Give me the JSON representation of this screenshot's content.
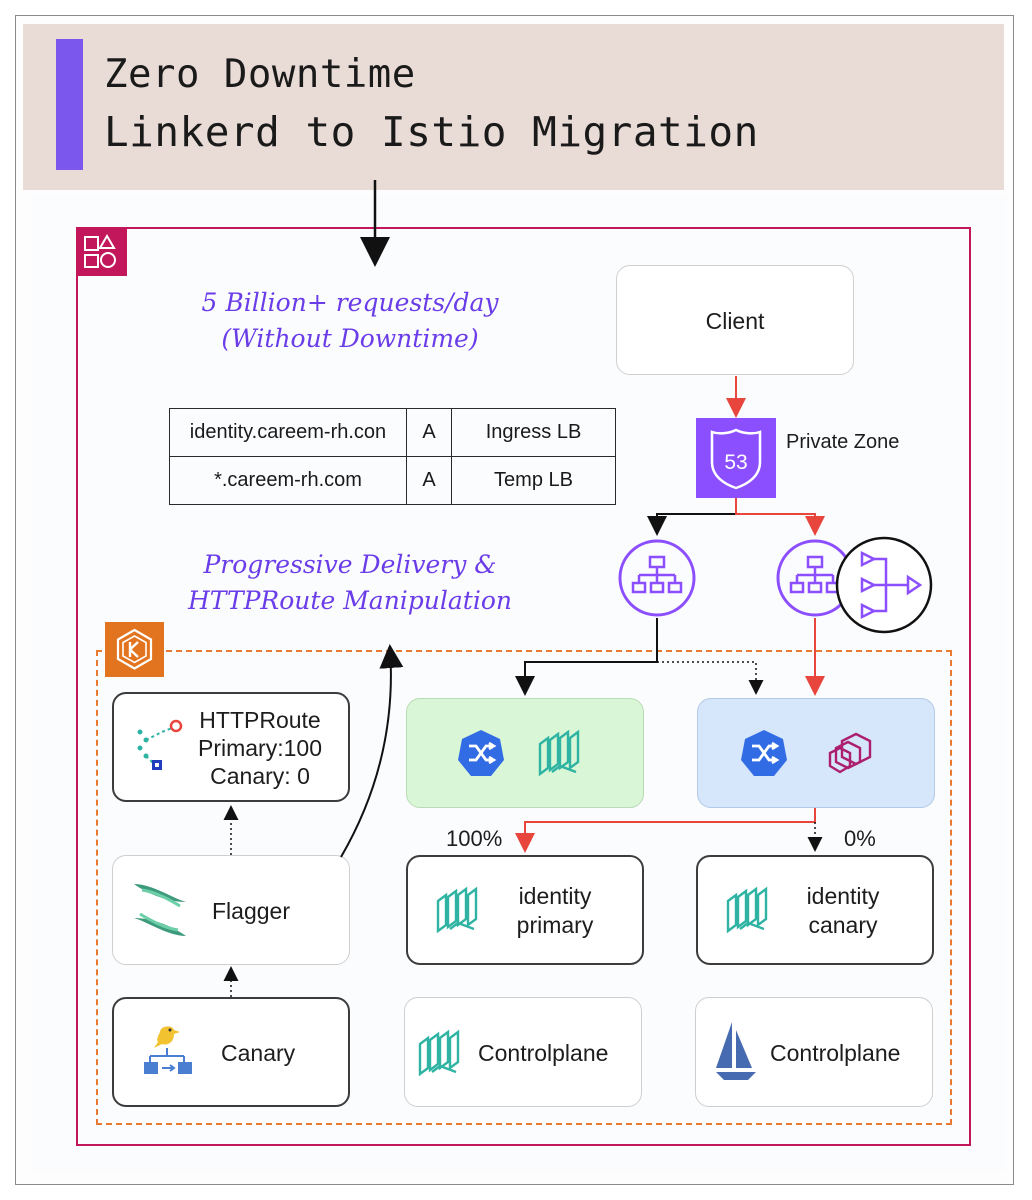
{
  "title": {
    "line1": "Zero Downtime",
    "line2": "Linkerd to Istio Migration"
  },
  "annotations": {
    "requests_line1": "5 Billion+ requests/day",
    "requests_line2": "(Without Downtime)",
    "progressive_line1": "Progressive Delivery &",
    "progressive_line2": "HTTPRoute Manipulation"
  },
  "dns_table": {
    "rows": [
      [
        "identity.careem-rh.con",
        "A",
        "Ingress LB"
      ],
      [
        "*.careem-rh.com",
        "A",
        "Temp LB"
      ]
    ]
  },
  "nodes": {
    "client": "Client",
    "private_zone": "Private Zone",
    "route53_label": "53",
    "httproute_title": "HTTPRoute",
    "httproute_primary": "Primary:100",
    "httproute_canary": "Canary: 0",
    "flagger": "Flagger",
    "canary": "Canary",
    "identity_primary_line1": "identity",
    "identity_primary_line2": "primary",
    "identity_canary_line1": "identity",
    "identity_canary_line2": "canary",
    "controlplane_linkerd": "Controlplane",
    "controlplane_istio": "Controlplane"
  },
  "weights": {
    "primary": "100%",
    "canary": "0%"
  },
  "colors": {
    "accent_purple": "#7b57ee",
    "title_bg": "#e9dcd6",
    "aws_border": "#c2185b",
    "eks_border": "#e8792f",
    "red_arrow": "#e8453c",
    "linkerd_cluster_bg": "#d9f7d6",
    "istio_cluster_bg": "#d6e6fb",
    "handwriting": "#6a3de8"
  },
  "icons": {
    "aws_group": "aws-group-icon",
    "eks": "eks-icon",
    "route53": "route53-icon",
    "load_balancer": "load-balancer-icon",
    "traffic_split": "traffic-split-icon",
    "kubernetes": "kubernetes-icon",
    "linkerd": "linkerd-icon",
    "envoy": "envoy-icon",
    "httproute": "httproute-icon",
    "flagger": "flagger-icon",
    "canary": "canary-icon",
    "istio": "istio-icon"
  }
}
